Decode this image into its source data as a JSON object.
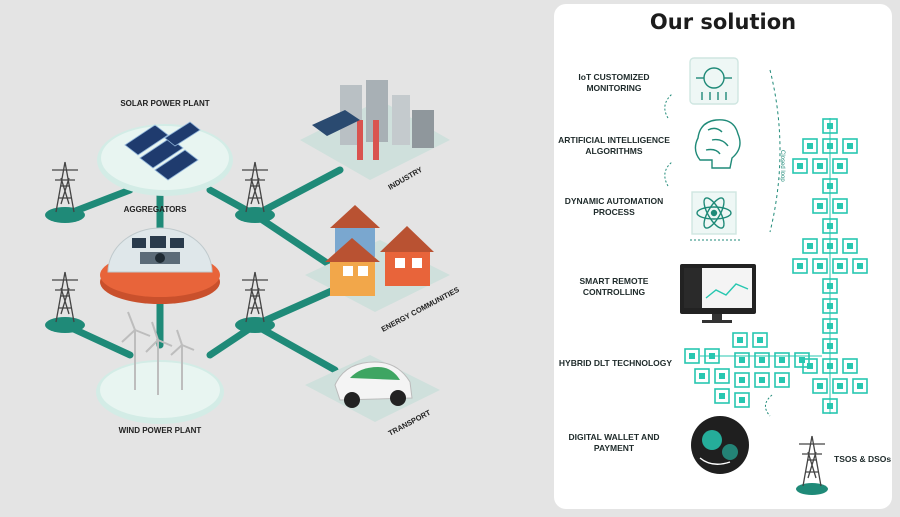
{
  "left": {
    "solar_label": "SOLAR POWER PLANT",
    "aggregators_label": "AGGREGATORS",
    "wind_label": "WIND POWER PLANT",
    "industry_label": "INDUSTRY",
    "energy_communities_label": "ENERGY COMMUNITIES",
    "transport_label": "TRANSPORT"
  },
  "right": {
    "title": "Our solution",
    "closed_loop_label": "Closed loop",
    "items": [
      {
        "label": "IoT CUSTOMIZED MONITORING",
        "icon": "iot-chip-icon"
      },
      {
        "label": "ARTIFICIAL INTELLIGENCE ALGORITHMS",
        "icon": "brain-icon"
      },
      {
        "label": "DYNAMIC AUTOMATION PROCESS",
        "icon": "atom-icon"
      },
      {
        "label": "SMART REMOTE CONTROLLING",
        "icon": "monitor-icon"
      },
      {
        "label": "HYBRID DLT TECHNOLOGY",
        "icon": "blockchain-icon"
      },
      {
        "label": "DIGITAL WALLET AND PAYMENT",
        "icon": "wallet-icon"
      }
    ],
    "tsos_label": "TSOS & DSOs"
  },
  "colors": {
    "teal": "#1f8a78",
    "teal_light": "#cfe9e3",
    "orange": "#e8643a",
    "accent_cyan": "#27c7b0",
    "background": "#e4e4e4"
  }
}
